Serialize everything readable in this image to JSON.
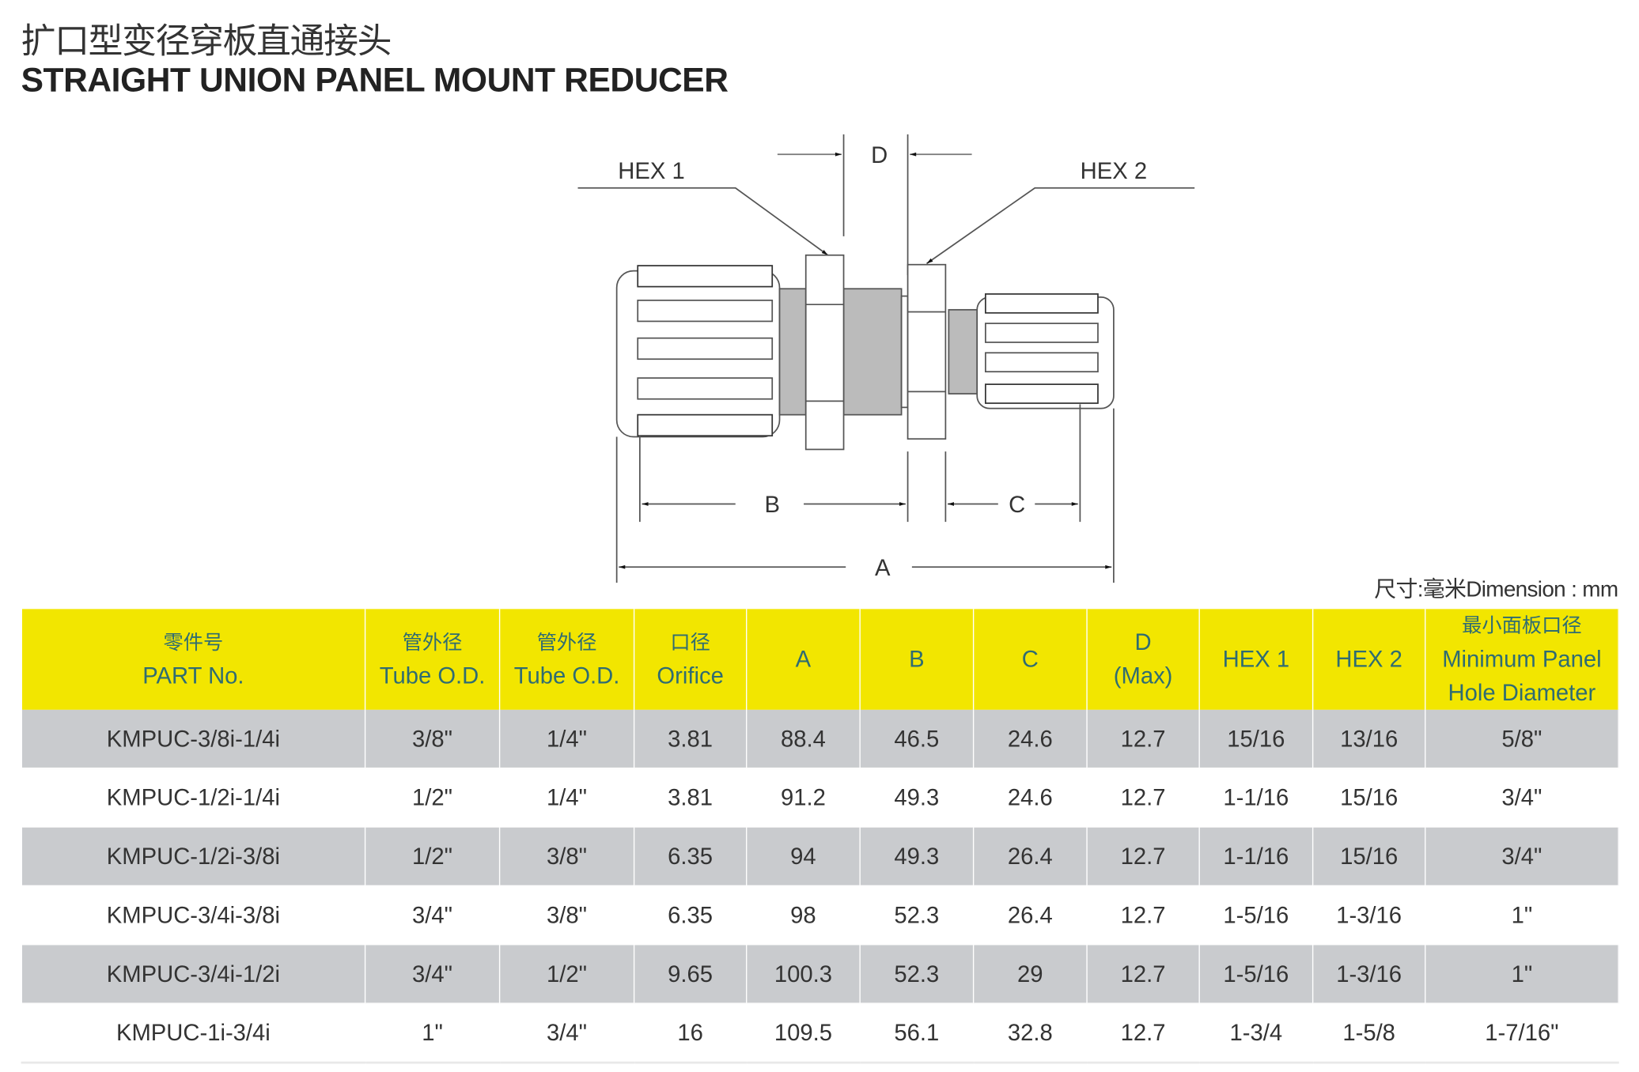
{
  "title_cn": "扩口型变径穿板直通接头",
  "title_en": "STRAIGHT UNION PANEL MOUNT REDUCER",
  "drawing": {
    "labels": {
      "hex1": "HEX 1",
      "hex2": "HEX 2",
      "a": "A",
      "b": "B",
      "c": "C",
      "d": "D"
    }
  },
  "dimension_note": "尺寸:毫米Dimension : mm",
  "table": {
    "headers": [
      {
        "cn": "零件号",
        "en": "PART No."
      },
      {
        "cn": "管外径",
        "en": "Tube O.D."
      },
      {
        "cn": "管外径",
        "en": "Tube O.D."
      },
      {
        "cn": "口径",
        "en": "Orifice"
      },
      {
        "en": "A"
      },
      {
        "en": "B"
      },
      {
        "en": "C"
      },
      {
        "en": "D",
        "en2": "(Max)"
      },
      {
        "en": "HEX 1"
      },
      {
        "en": "HEX 2"
      },
      {
        "cn": "最小面板口径",
        "en": "Minimum Panel",
        "en2": "Hole Diameter"
      }
    ],
    "rows": [
      [
        "KMPUC-3/8i-1/4i",
        "3/8\"",
        "1/4\"",
        "3.81",
        "88.4",
        "46.5",
        "24.6",
        "12.7",
        "15/16",
        "13/16",
        "5/8\""
      ],
      [
        "KMPUC-1/2i-1/4i",
        "1/2\"",
        "1/4\"",
        "3.81",
        "91.2",
        "49.3",
        "24.6",
        "12.7",
        "1-1/16",
        "15/16",
        "3/4\""
      ],
      [
        "KMPUC-1/2i-3/8i",
        "1/2\"",
        "3/8\"",
        "6.35",
        "94",
        "49.3",
        "26.4",
        "12.7",
        "1-1/16",
        "15/16",
        "3/4\""
      ],
      [
        "KMPUC-3/4i-3/8i",
        "3/4\"",
        "3/8\"",
        "6.35",
        "98",
        "52.3",
        "26.4",
        "12.7",
        "1-5/16",
        "1-3/16",
        "1\""
      ],
      [
        "KMPUC-3/4i-1/2i",
        "3/4\"",
        "1/2\"",
        "9.65",
        "100.3",
        "52.3",
        "29",
        "12.7",
        "1-5/16",
        "1-3/16",
        "1\""
      ],
      [
        "KMPUC-1i-3/4i",
        "1\"",
        "3/4\"",
        "16",
        "109.5",
        "56.1",
        "32.8",
        "12.7",
        "1-3/4",
        "1-5/8",
        "1-7/16\""
      ]
    ]
  },
  "colors": {
    "header_bg": "#f2e600",
    "header_text": "#2f6c72",
    "row_shade": "#c9cbce"
  }
}
